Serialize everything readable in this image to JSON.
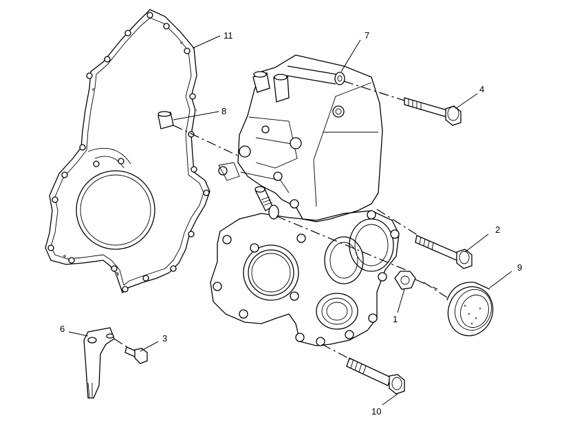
{
  "diagram": {
    "callouts": [
      {
        "id": "c1",
        "label": "1"
      },
      {
        "id": "c2",
        "label": "2"
      },
      {
        "id": "c3",
        "label": "3"
      },
      {
        "id": "c4",
        "label": "4"
      },
      {
        "id": "c6",
        "label": "6"
      },
      {
        "id": "c7",
        "label": "7"
      },
      {
        "id": "c8",
        "label": "8"
      },
      {
        "id": "c9",
        "label": "9"
      },
      {
        "id": "c10",
        "label": "10"
      },
      {
        "id": "c11",
        "label": "11"
      }
    ]
  }
}
